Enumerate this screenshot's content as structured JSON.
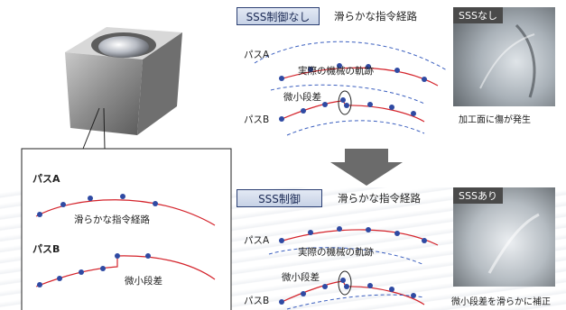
{
  "top": {
    "tag": "SSS制御なし",
    "heading": "滑らかな指令経路",
    "path_a": "パスA",
    "path_b": "パスB",
    "actual": "実際の機械の軌跡",
    "step": "微小段差",
    "photo_tag": "SSSなし",
    "photo_caption": "加工面に傷が発生"
  },
  "bottom": {
    "tag": "SSS制御",
    "heading": "滑らかな指令経路",
    "path_a": "パスA",
    "path_b": "パスB",
    "actual": "実際の機械の軌跡",
    "step": "微小段差",
    "photo_tag": "SSSあり",
    "photo_caption": "微小段差を滑らかに補正"
  },
  "detail": {
    "path_a": "パスA",
    "path_a_label": "滑らかな指令経路",
    "path_b": "パスB",
    "path_b_label": "微小段差"
  },
  "colors": {
    "path_red": "#d4232b",
    "dot_blue": "#2f4aa3",
    "dashed_blue": "#3b5fbf",
    "tag_border": "#2b3f73",
    "arrow_gray": "#6b6b6b"
  }
}
